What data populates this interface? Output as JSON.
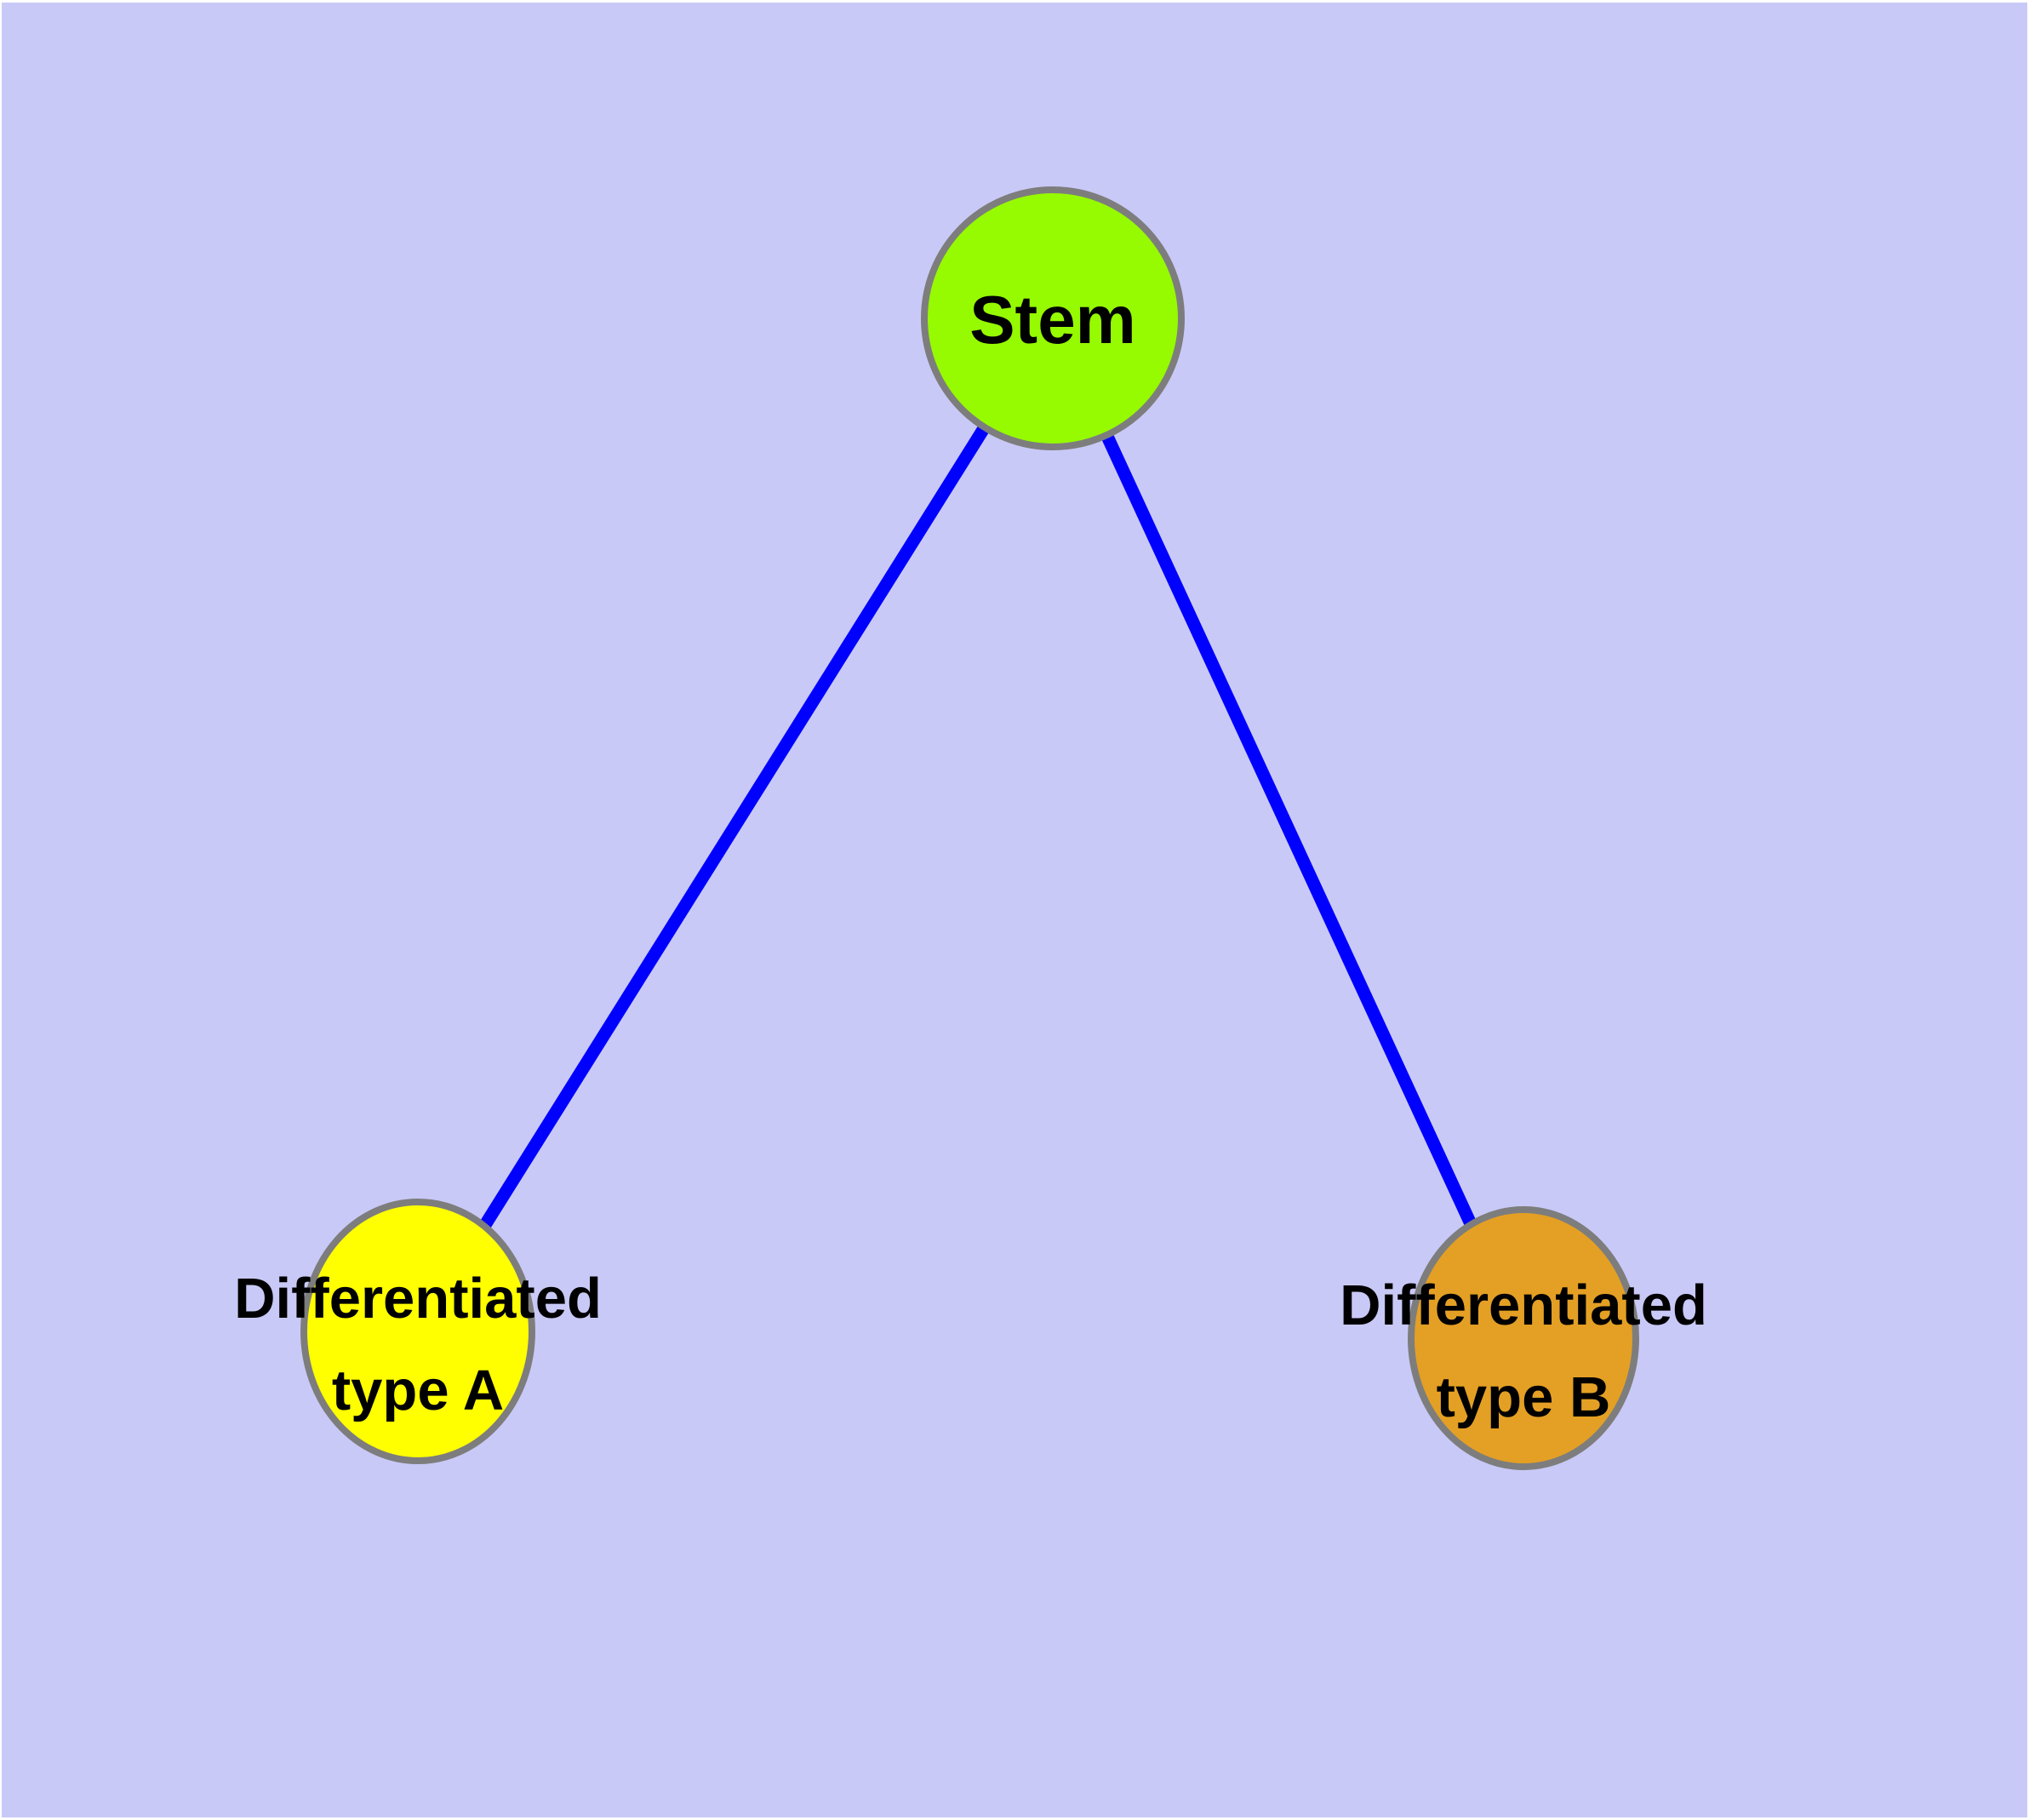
{
  "diagram": {
    "description": "Cell differentiation graph: one stem node linked to two differentiated cell-type nodes",
    "colors": {
      "page_background": "#FFFFFF",
      "plot_background": "#C9C9F7",
      "edge": "#0000FF",
      "node_border": "#7D7D7D",
      "label_text": "#000000"
    },
    "nodes": {
      "stem": {
        "label": "Stem",
        "fill": "#96FA00"
      },
      "type_a": {
        "label": "Differentiated type A",
        "lines": [
          "Differentiated",
          "type A"
        ],
        "fill": "#FFFF00"
      },
      "type_b": {
        "label": "Differentiated type B",
        "lines": [
          "Differentiated",
          "type B"
        ],
        "fill": "#E4A024"
      }
    },
    "edges": [
      {
        "from": "Stem",
        "to": "Differentiated type A"
      },
      {
        "from": "Stem",
        "to": "Differentiated type B"
      }
    ]
  }
}
